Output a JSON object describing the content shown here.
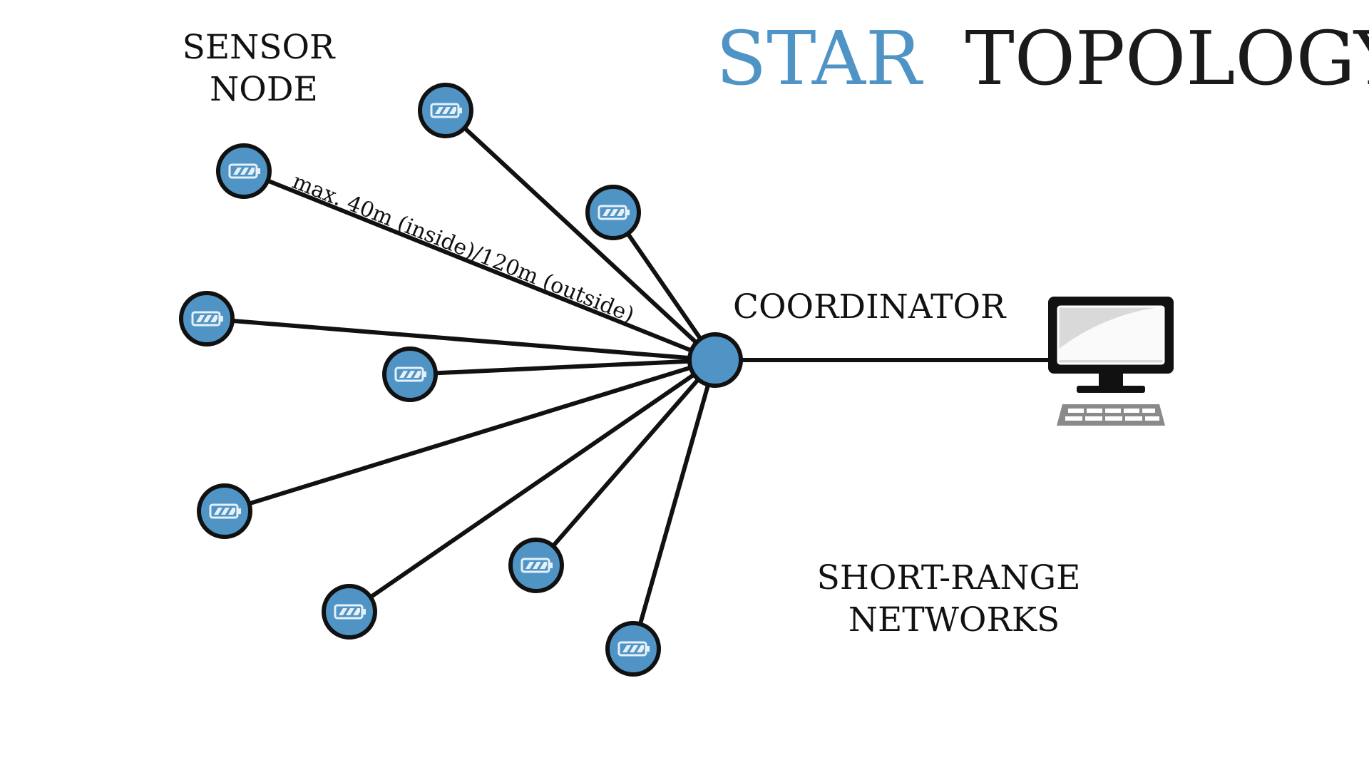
{
  "title": {
    "accent_word": "STAR",
    "rest": "TOPOLOGY",
    "accent_color": "#4f94c5",
    "text_color": "#1a1a1a"
  },
  "labels": {
    "sensor_node_line1": "SENSOR",
    "sensor_node_line2": "NODE",
    "coordinator": "COORDINATOR",
    "short_range_line1": "SHORT-RANGE",
    "short_range_line2": "NETWORKS"
  },
  "link_annotation": "max. 40m (inside)/120m (outside)",
  "colors": {
    "node_fill": "#4f94c5",
    "node_stroke": "#111111",
    "link": "#111111",
    "battery": "#cfe2f0"
  },
  "icons": {
    "sensor": "battery-icon",
    "host": "desktop-computer-icon"
  }
}
